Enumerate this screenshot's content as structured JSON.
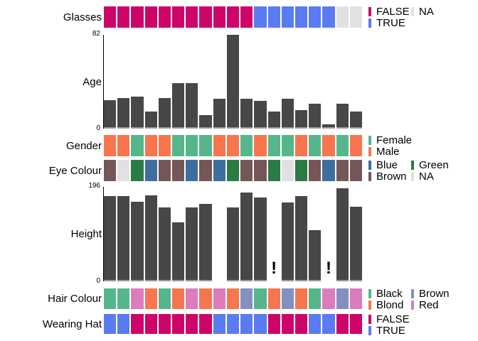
{
  "styles": {
    "bar_color": "#474747",
    "axis_color": "#000000",
    "na_color": "#E1E1E1",
    "missing_marker": "!"
  },
  "chart_data": [
    {
      "id": "glasses",
      "type": "table",
      "title": "Glasses",
      "values": [
        "FALSE",
        "FALSE",
        "FALSE",
        "FALSE",
        "FALSE",
        "FALSE",
        "FALSE",
        "FALSE",
        "FALSE",
        "FALSE",
        "FALSE",
        "TRUE",
        "TRUE",
        "TRUE",
        "TRUE",
        "TRUE",
        "TRUE",
        "NA",
        "NA"
      ],
      "palette": {
        "FALSE": "#CE0568",
        "TRUE": "#5A7BF2",
        "NA": "#E1E1E1"
      },
      "legend": [
        [
          {
            "label": "FALSE",
            "color": "#CE0568"
          },
          {
            "label": "NA",
            "color": "#E1E1E1"
          }
        ],
        [
          {
            "label": "TRUE",
            "color": "#5A7BF2"
          }
        ]
      ]
    },
    {
      "id": "age",
      "type": "bar",
      "title": "Age",
      "ylim": [
        0,
        82
      ],
      "ticks": {
        "top": "82",
        "bottom": "0"
      },
      "values": [
        25,
        27,
        28,
        15,
        27,
        40,
        40,
        12,
        26,
        82,
        26,
        24,
        15,
        26,
        16,
        22,
        4,
        22,
        15
      ]
    },
    {
      "id": "gender",
      "type": "table",
      "title": "Gender",
      "values": [
        "Male",
        "Male",
        "Female",
        "Male",
        "Male",
        "Female",
        "Female",
        "Female",
        "Male",
        "Male",
        "Female",
        "Male",
        "Female",
        "Female",
        "Male",
        "Female",
        "Male",
        "Female",
        "Male"
      ],
      "palette": {
        "Female": "#56B68B",
        "Male": "#F8764F"
      },
      "legend": [
        [
          {
            "label": "Female",
            "color": "#56B68B"
          }
        ],
        [
          {
            "label": "Male",
            "color": "#F8764F"
          }
        ]
      ]
    },
    {
      "id": "eye",
      "type": "table",
      "title": "Eye Colour",
      "values": [
        "Brown",
        "NA",
        "Green",
        "Blue",
        "Brown",
        "Brown",
        "Blue",
        "Brown",
        "Blue",
        "Green",
        "Brown",
        "Brown",
        "Green",
        "NA",
        "Green",
        "Brown",
        "Blue",
        "Brown",
        "Brown"
      ],
      "palette": {
        "Blue": "#3E6E9E",
        "Brown": "#755659",
        "Green": "#2A7B44",
        "NA": "#E1E1E1"
      },
      "legend": [
        [
          {
            "label": "Blue",
            "color": "#3E6E9E"
          },
          {
            "label": "Green",
            "color": "#2A7B44"
          }
        ],
        [
          {
            "label": "Brown",
            "color": "#755659"
          },
          {
            "label": "NA",
            "color": "#E1E1E1"
          }
        ]
      ]
    },
    {
      "id": "height",
      "type": "bar",
      "title": "Height",
      "ylim": [
        0,
        196
      ],
      "ticks": {
        "top": "196",
        "bottom": "0"
      },
      "values": [
        177,
        177,
        165,
        178,
        153,
        123,
        153,
        160,
        0,
        153,
        184,
        174,
        null,
        164,
        177,
        106,
        null,
        193,
        155
      ],
      "missing_positions": [
        13,
        17
      ]
    },
    {
      "id": "hair",
      "type": "table",
      "title": "Hair Colour",
      "values": [
        "Black",
        "Black",
        "Red",
        "Blond",
        "Black",
        "Blond",
        "Red",
        "Blond",
        "Red",
        "Blond",
        "Brown",
        "Black",
        "Blond",
        "Brown",
        "Blond",
        "Black",
        "Red",
        "Brown",
        "Red"
      ],
      "palette": {
        "Black": "#56B68B",
        "Blond": "#F8764F",
        "Brown": "#8290C2",
        "Red": "#DC7CBC"
      },
      "legend": [
        [
          {
            "label": "Black",
            "color": "#56B68B"
          },
          {
            "label": "Brown",
            "color": "#8290C2"
          }
        ],
        [
          {
            "label": "Blond",
            "color": "#F8764F"
          },
          {
            "label": "Red",
            "color": "#DC7CBC"
          }
        ]
      ]
    },
    {
      "id": "hat",
      "type": "table",
      "title": "Wearing Hat",
      "values": [
        "TRUE",
        "TRUE",
        "FALSE",
        "FALSE",
        "FALSE",
        "FALSE",
        "FALSE",
        "FALSE",
        "TRUE",
        "TRUE",
        "TRUE",
        "TRUE",
        "FALSE",
        "FALSE",
        "FALSE",
        "TRUE",
        "TRUE",
        "FALSE",
        "FALSE"
      ],
      "palette": {
        "FALSE": "#CE0568",
        "TRUE": "#5A7BF2"
      },
      "legend": [
        [
          {
            "label": "FALSE",
            "color": "#CE0568"
          }
        ],
        [
          {
            "label": "TRUE",
            "color": "#5A7BF2"
          }
        ]
      ]
    }
  ]
}
